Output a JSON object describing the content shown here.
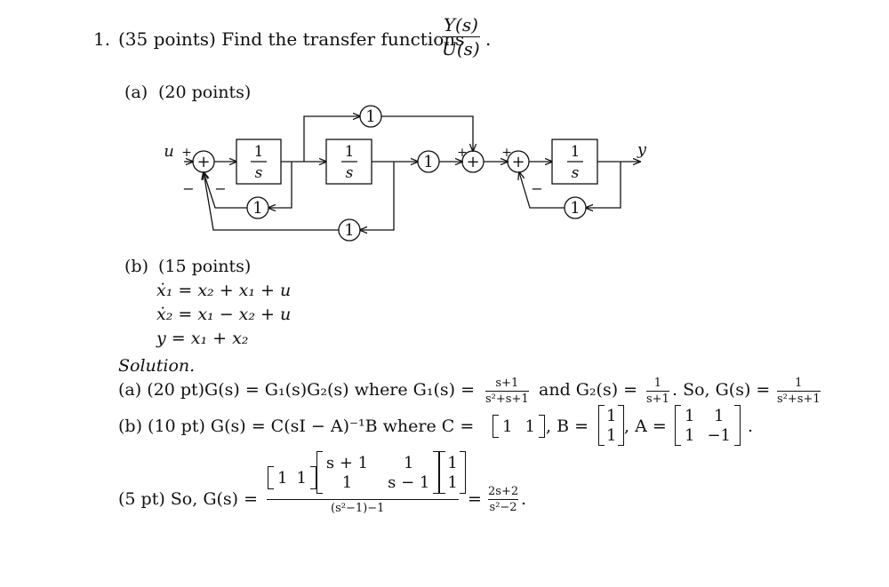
{
  "problem": {
    "number": "1.",
    "intro": "(35 points) Find the transfer functions",
    "tf_num": "Y(s)",
    "tf_den": "U(s)",
    "tf_end": "."
  },
  "part_a": {
    "label": "(a)",
    "points": "(20 points)"
  },
  "diagram": {
    "input_label": "u",
    "output_label": "y",
    "plus": "+",
    "minus": "−",
    "sum_symbol": "+",
    "gain_label": "1",
    "integrator_num": "1",
    "integrator_den": "s"
  },
  "part_b": {
    "label": "(b)",
    "points": "(15 points)",
    "eq1": "ẋ₁ = x₂ + x₁ + u",
    "eq2": "ẋ₂ = x₁ − x₂ + u",
    "eq3": "y = x₁ + x₂"
  },
  "solution": {
    "heading": "Solution.",
    "a_prefix": "(a) (20 pt)G(s) = G₁(s)G₂(s) where G₁(s) =",
    "g1_num": "s+1",
    "g1_den": "s²+s+1",
    "a_and": "and G₂(s) =",
    "g2_num": "1",
    "g2_den": "s+1",
    "a_so": ". So, G(s) =",
    "g_num": "1",
    "g_den": "s²+s+1",
    "b_prefix": "(b) (10 pt) G(s) = C(sI − A)⁻¹B where C =",
    "b_B": ", B =",
    "b_A": ", A =",
    "b_end": ".",
    "C": [
      "1",
      "1"
    ],
    "B": [
      "1",
      "1"
    ],
    "A": [
      [
        "1",
        "1"
      ],
      [
        "1",
        "−1"
      ]
    ],
    "c_prefix": "(5 pt) So, G(s) =",
    "c_row": [
      "1",
      "1"
    ],
    "c_mid": [
      [
        "s + 1",
        "1"
      ],
      [
        "1",
        "s − 1"
      ]
    ],
    "c_col": [
      "1",
      "1"
    ],
    "c_den": "(s²−1)−1",
    "c_eq": "=",
    "res_num": "2s+2",
    "res_den": "s²−2",
    "c_end": "."
  }
}
